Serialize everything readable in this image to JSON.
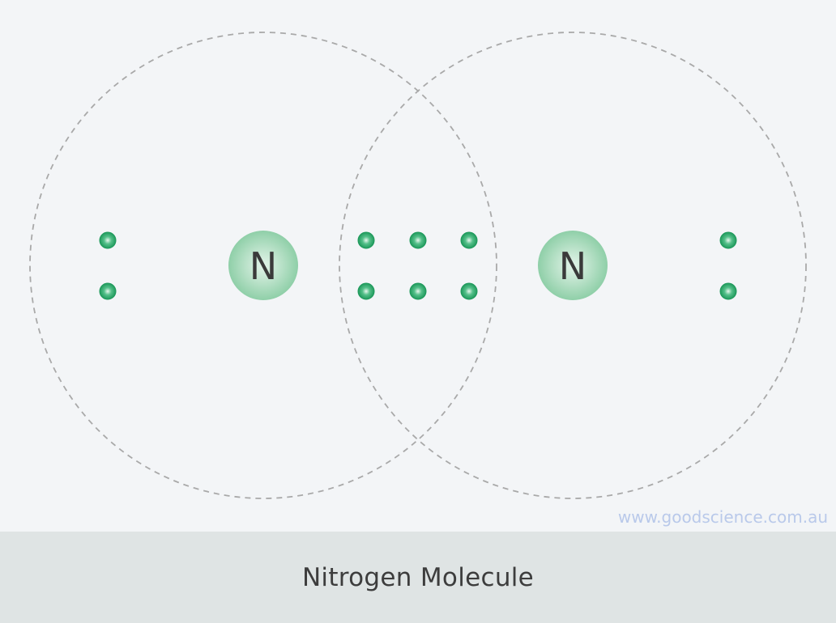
{
  "atoms": [
    {
      "symbol": "N"
    },
    {
      "symbol": "N"
    }
  ],
  "watermark": "www.goodscience.com.au",
  "caption": "Nitrogen Molecule",
  "colors": {
    "background": "#f3f5f7",
    "caption_bar": "#dfe4e4",
    "shell_stroke": "#a9a9a9",
    "nucleus_fill": "#9fd5b5",
    "electron_fill": "#2aa365",
    "watermark": "#b9c9ea",
    "caption_text": "#3d3d3d"
  },
  "diagram": {
    "shells": 2,
    "lone_pairs_per_atom": 1,
    "shared_electron_pairs": 3
  }
}
